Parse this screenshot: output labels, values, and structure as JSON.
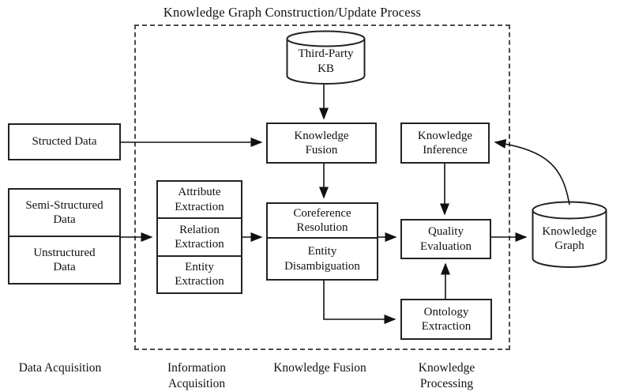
{
  "title": "Knowledge Graph Construction/Update Process",
  "sources": {
    "structed_data": "Structed Data",
    "semi_structured_data": "Semi-Structured\nData",
    "unstructured_data": "Unstructured\nData"
  },
  "extraction": {
    "attribute_extraction": "Attribute\nExtraction",
    "relation_extraction": "Relation\nExtraction",
    "entity_extraction": "Entity\nExtraction"
  },
  "process": {
    "third_party_kb": "Third-Party\nKB",
    "knowledge_fusion": "Knowledge\nFusion",
    "knowledge_inference": "Knowledge\nInference",
    "coreference_resolution": "Coreference\nResolution",
    "entity_disambiguation": "Entity\nDisambiguation",
    "quality_evaluation": "Quality\nEvaluation",
    "ontology_extraction": "Ontology\nExtraction"
  },
  "output": {
    "knowledge_graph": "Knowledge\nGraph"
  },
  "stage_labels": {
    "data_acquisition": "Data Acquisition",
    "information_acquisition": "Information\nAcquisition",
    "knowledge_fusion": "Knowledge Fusion",
    "knowledge_processing": "Knowledge\nProcessing"
  },
  "colors": {
    "line": "#111111",
    "border": "#222222",
    "dashed_border": "#4a4a4a",
    "background": "#ffffff"
  }
}
